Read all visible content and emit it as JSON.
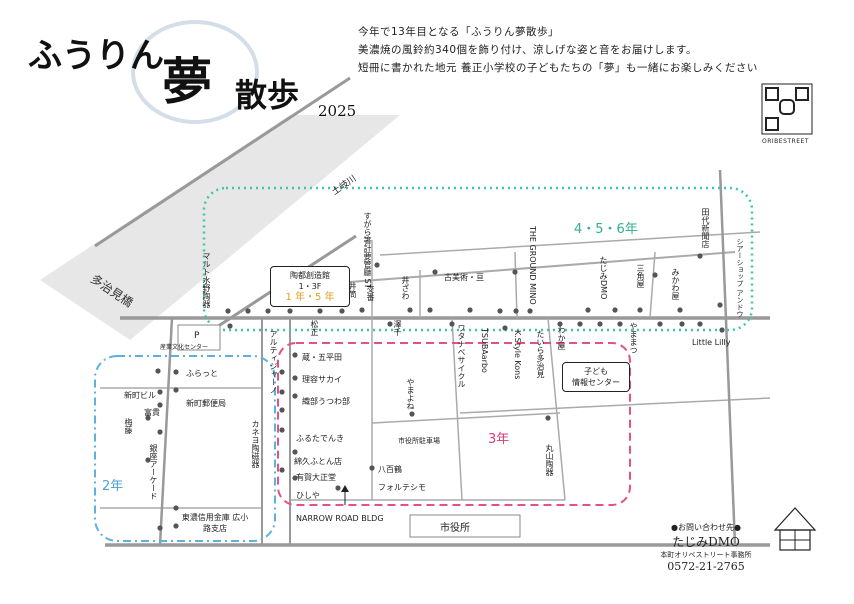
{
  "header": {
    "title_part1": "ふうりん",
    "title_part2": "夢",
    "title_part3": "散歩",
    "year": "2025",
    "intro_lines": [
      "今年で13年目となる「ふうりん夢散歩」",
      "美濃焼の風鈴約340個を飾り付け、涼しげな姿と音をお届けします。",
      "短冊に書かれた地元 養正小学校の子どもたちの「夢」も一緒にお楽しみください"
    ],
    "qr_caption": "ORIBESTREET"
  },
  "map": {
    "river": "土岐川",
    "bridge": "多治見橋",
    "zones": {
      "upper": "4・5・6年",
      "west": "2年",
      "south": "3年",
      "hall": "1 年・5 年"
    },
    "colors": {
      "upper": "#3cc7a8",
      "west": "#5bb2e0",
      "south": "#e4508a",
      "hall": "#e0a020"
    },
    "hall_box": {
      "name": "陶都創造館",
      "floor": "1・3F"
    },
    "kids_box": {
      "line1": "子ども",
      "line2": "情報センター"
    },
    "parking": "P",
    "city_hall": "市役所",
    "parking_lot": "市役所駐車場",
    "narrow_road": "NARROW ROAD BLDG",
    "vertical_labels": [
      "マルト水野陶器",
      "すがら箸計要管廳 ST",
      "井筒",
      "交番",
      "井ざわ",
      "澤千",
      "THE GROUND MINO",
      "ワタナベサイクル",
      "TSUBAarbo",
      "K.Style Kons",
      "たいら多治見",
      "たじみDMO",
      "三角屋",
      "みかわ屋",
      "田代新聞店",
      "シアーショップ アンドウ",
      "わか屋",
      "やままつ",
      "松正",
      "アルティジャーノ",
      "カネヨ陶磁器",
      "やまよね",
      "銀座アーケード",
      "梅藤",
      "丸山陶器"
    ],
    "labels": [
      "古美術・亘",
      "蔵・五平田",
      "理容サカイ",
      "織部うつわ部",
      "ふるたでんき",
      "綿久ふとん店",
      "有賀大正堂",
      "ひしや",
      "八百鶴",
      "フォルテシモ",
      "ふらっと",
      "新町ビル",
      "新町郵便局",
      "富貴",
      "東濃信用金庫 広小路支店",
      "Little Lilly",
      "産業文化センター"
    ]
  },
  "contact": {
    "heading": "●お問い合わせ先●",
    "org": "たじみDMO",
    "office": "本町オリベストリート事務所",
    "phone": "0572-21-2765"
  }
}
